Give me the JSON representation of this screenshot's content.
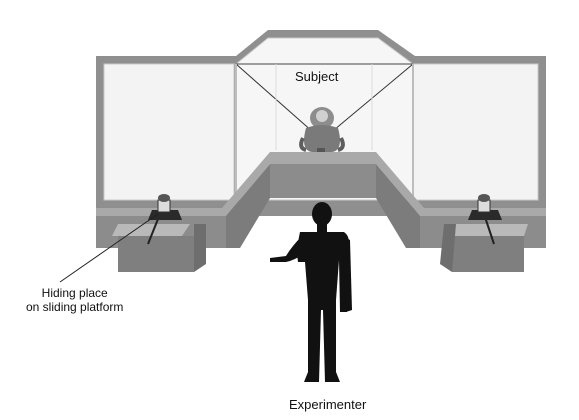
{
  "labels": {
    "subject": "Subject",
    "hiding_place": [
      "Hiding place",
      "on sliding platform"
    ],
    "experimenter": "Experimenter"
  },
  "colors": {
    "panel_fill": "#f3f3f3",
    "frame": "#8f8f8f",
    "frame_dark": "#6e6e6e",
    "table_top": "#b4b4b4",
    "table_front": "#8a8a8a",
    "silhouette": "#111111"
  }
}
